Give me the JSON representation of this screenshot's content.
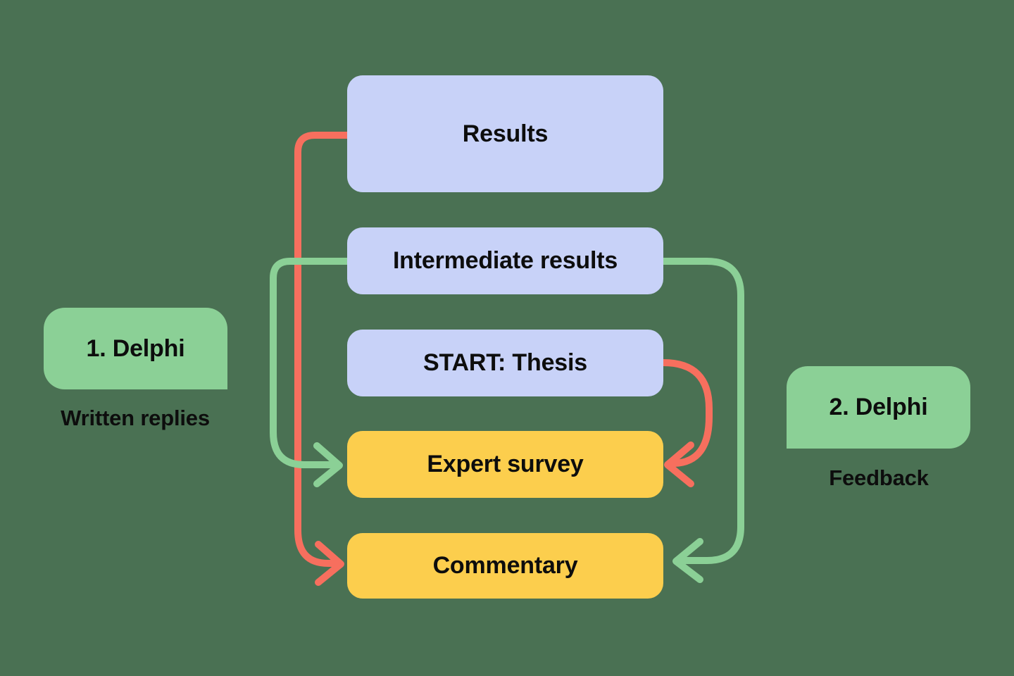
{
  "diagram": {
    "background_color": "#4A7153",
    "text_color": "#0D0D0D",
    "colors": {
      "node_blue": "#C8D2F8",
      "node_yellow": "#FCCE4D",
      "bubble_green": "#8BD096",
      "arrow_red": "#F76F5E",
      "arrow_green": "#8BD096"
    },
    "nodes": [
      {
        "id": "results",
        "label": "Results",
        "fill": "#C8D2F8"
      },
      {
        "id": "intermediate-results",
        "label": "Intermediate results",
        "fill": "#C8D2F8"
      },
      {
        "id": "start-thesis",
        "label": "START: Thesis",
        "fill": "#C8D2F8"
      },
      {
        "id": "expert-survey",
        "label": "Expert survey",
        "fill": "#FCCE4D"
      },
      {
        "id": "commentary",
        "label": "Commentary",
        "fill": "#FCCE4D"
      }
    ],
    "annotations": [
      {
        "id": "delphi-1",
        "bubble_label": "1. Delphi",
        "caption": "Written replies"
      },
      {
        "id": "delphi-2",
        "bubble_label": "2. Delphi",
        "caption": "Feedback"
      }
    ],
    "arrows": [
      {
        "id": "results-to-commentary",
        "from": "Results",
        "to": "Commentary",
        "side": "left",
        "color": "#F76F5E"
      },
      {
        "id": "intermediate-to-expert-survey",
        "from": "Intermediate results",
        "to": "Expert survey",
        "side": "left",
        "color": "#8BD096"
      },
      {
        "id": "start-thesis-to-expert-survey",
        "from": "START: Thesis",
        "to": "Expert survey",
        "side": "right",
        "color": "#F76F5E"
      },
      {
        "id": "intermediate-to-commentary",
        "from": "Intermediate results",
        "to": "Commentary",
        "side": "right",
        "color": "#8BD096"
      }
    ]
  }
}
